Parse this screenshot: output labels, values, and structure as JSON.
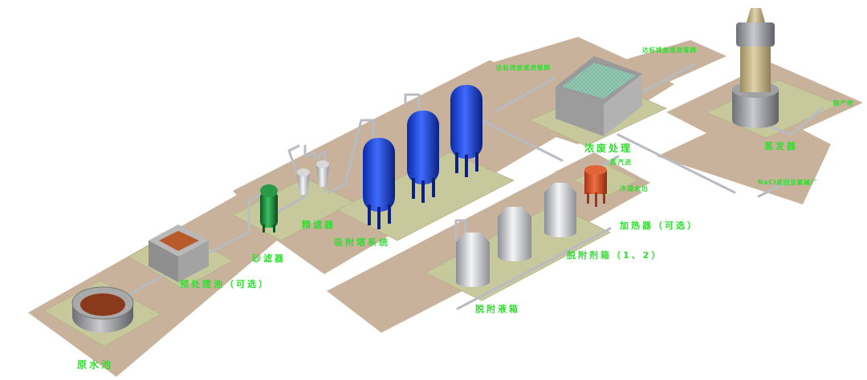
{
  "diagram": {
    "labels": {
      "raw_pool": "原水池",
      "pretreat_pool": "预处理池（可选）",
      "sand_filter": "砂滤器",
      "fine_filter": "精滤器",
      "adsorption_system": "吸附塔系统",
      "desorbent_tanks": "脱附剂箱（1、2）",
      "desorption_liquid_tank": "脱附液箱",
      "heater": "加热器（可选）",
      "concentrate_treatment": "浓废处理",
      "evaporator": "蒸发器",
      "steam_in": "蒸汽进",
      "condensate_out": "冷凝水出",
      "discharge_1": "达标排放或进管网",
      "discharge_2": "达标排放或进管网",
      "byproduct": "副产物",
      "nacl_return": "NaCl返回至氯碱厂"
    },
    "colors": {
      "floor": "#c9b29b",
      "pad": "#c7c89c",
      "label": "#2ee02e",
      "adsorption_tower": "#1a3fd6",
      "sand_filter": "#1c8a3a",
      "heater": "#d4552a",
      "concrete": "#a7a7a7"
    }
  }
}
